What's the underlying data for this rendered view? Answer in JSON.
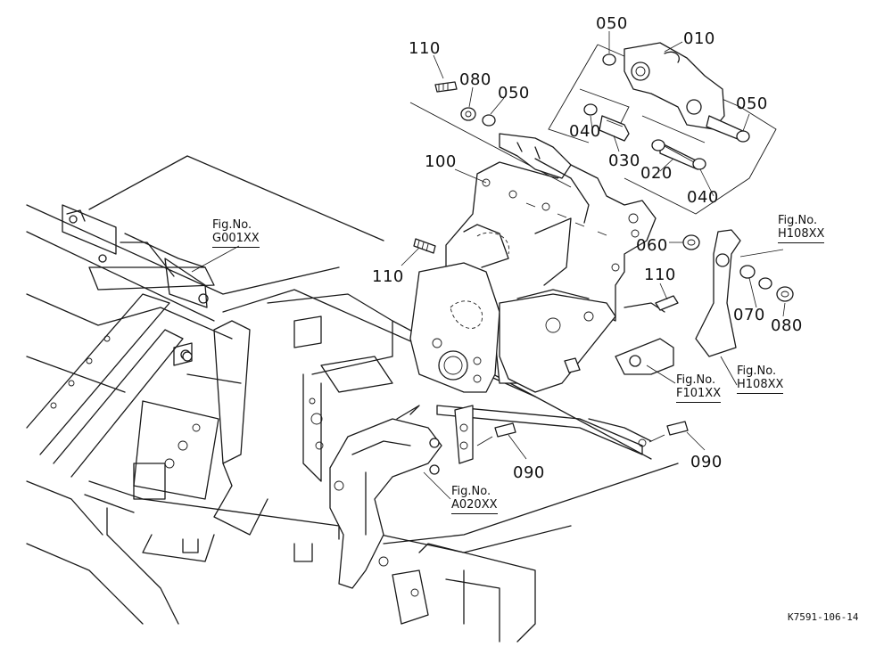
{
  "part_numbers": [
    {
      "id": "p110a",
      "label": "110"
    },
    {
      "id": "p080a",
      "label": "080"
    },
    {
      "id": "p050a",
      "label": "050"
    },
    {
      "id": "p050b",
      "label": "050"
    },
    {
      "id": "p010",
      "label": "010"
    },
    {
      "id": "p050c",
      "label": "050"
    },
    {
      "id": "p040a",
      "label": "040"
    },
    {
      "id": "p030",
      "label": "030"
    },
    {
      "id": "p020",
      "label": "020"
    },
    {
      "id": "p040b",
      "label": "040"
    },
    {
      "id": "p100",
      "label": "100"
    },
    {
      "id": "p060",
      "label": "060"
    },
    {
      "id": "p110b",
      "label": "110"
    },
    {
      "id": "p110c",
      "label": "110"
    },
    {
      "id": "p070",
      "label": "070"
    },
    {
      "id": "p080b",
      "label": "080"
    },
    {
      "id": "p090a",
      "label": "090"
    },
    {
      "id": "p090b",
      "label": "090"
    }
  ],
  "fig_refs": [
    {
      "id": "g001",
      "prefix": "Fig.No.",
      "code": "G001XX"
    },
    {
      "id": "h108a",
      "prefix": "Fig.No.",
      "code": "H108XX"
    },
    {
      "id": "f101",
      "prefix": "Fig.No.",
      "code": "F101XX"
    },
    {
      "id": "h108b",
      "prefix": "Fig.No.",
      "code": "H108XX"
    },
    {
      "id": "a020",
      "prefix": "Fig.No.",
      "code": "A020XX"
    }
  ],
  "drawing_code": "K7591-106-14"
}
